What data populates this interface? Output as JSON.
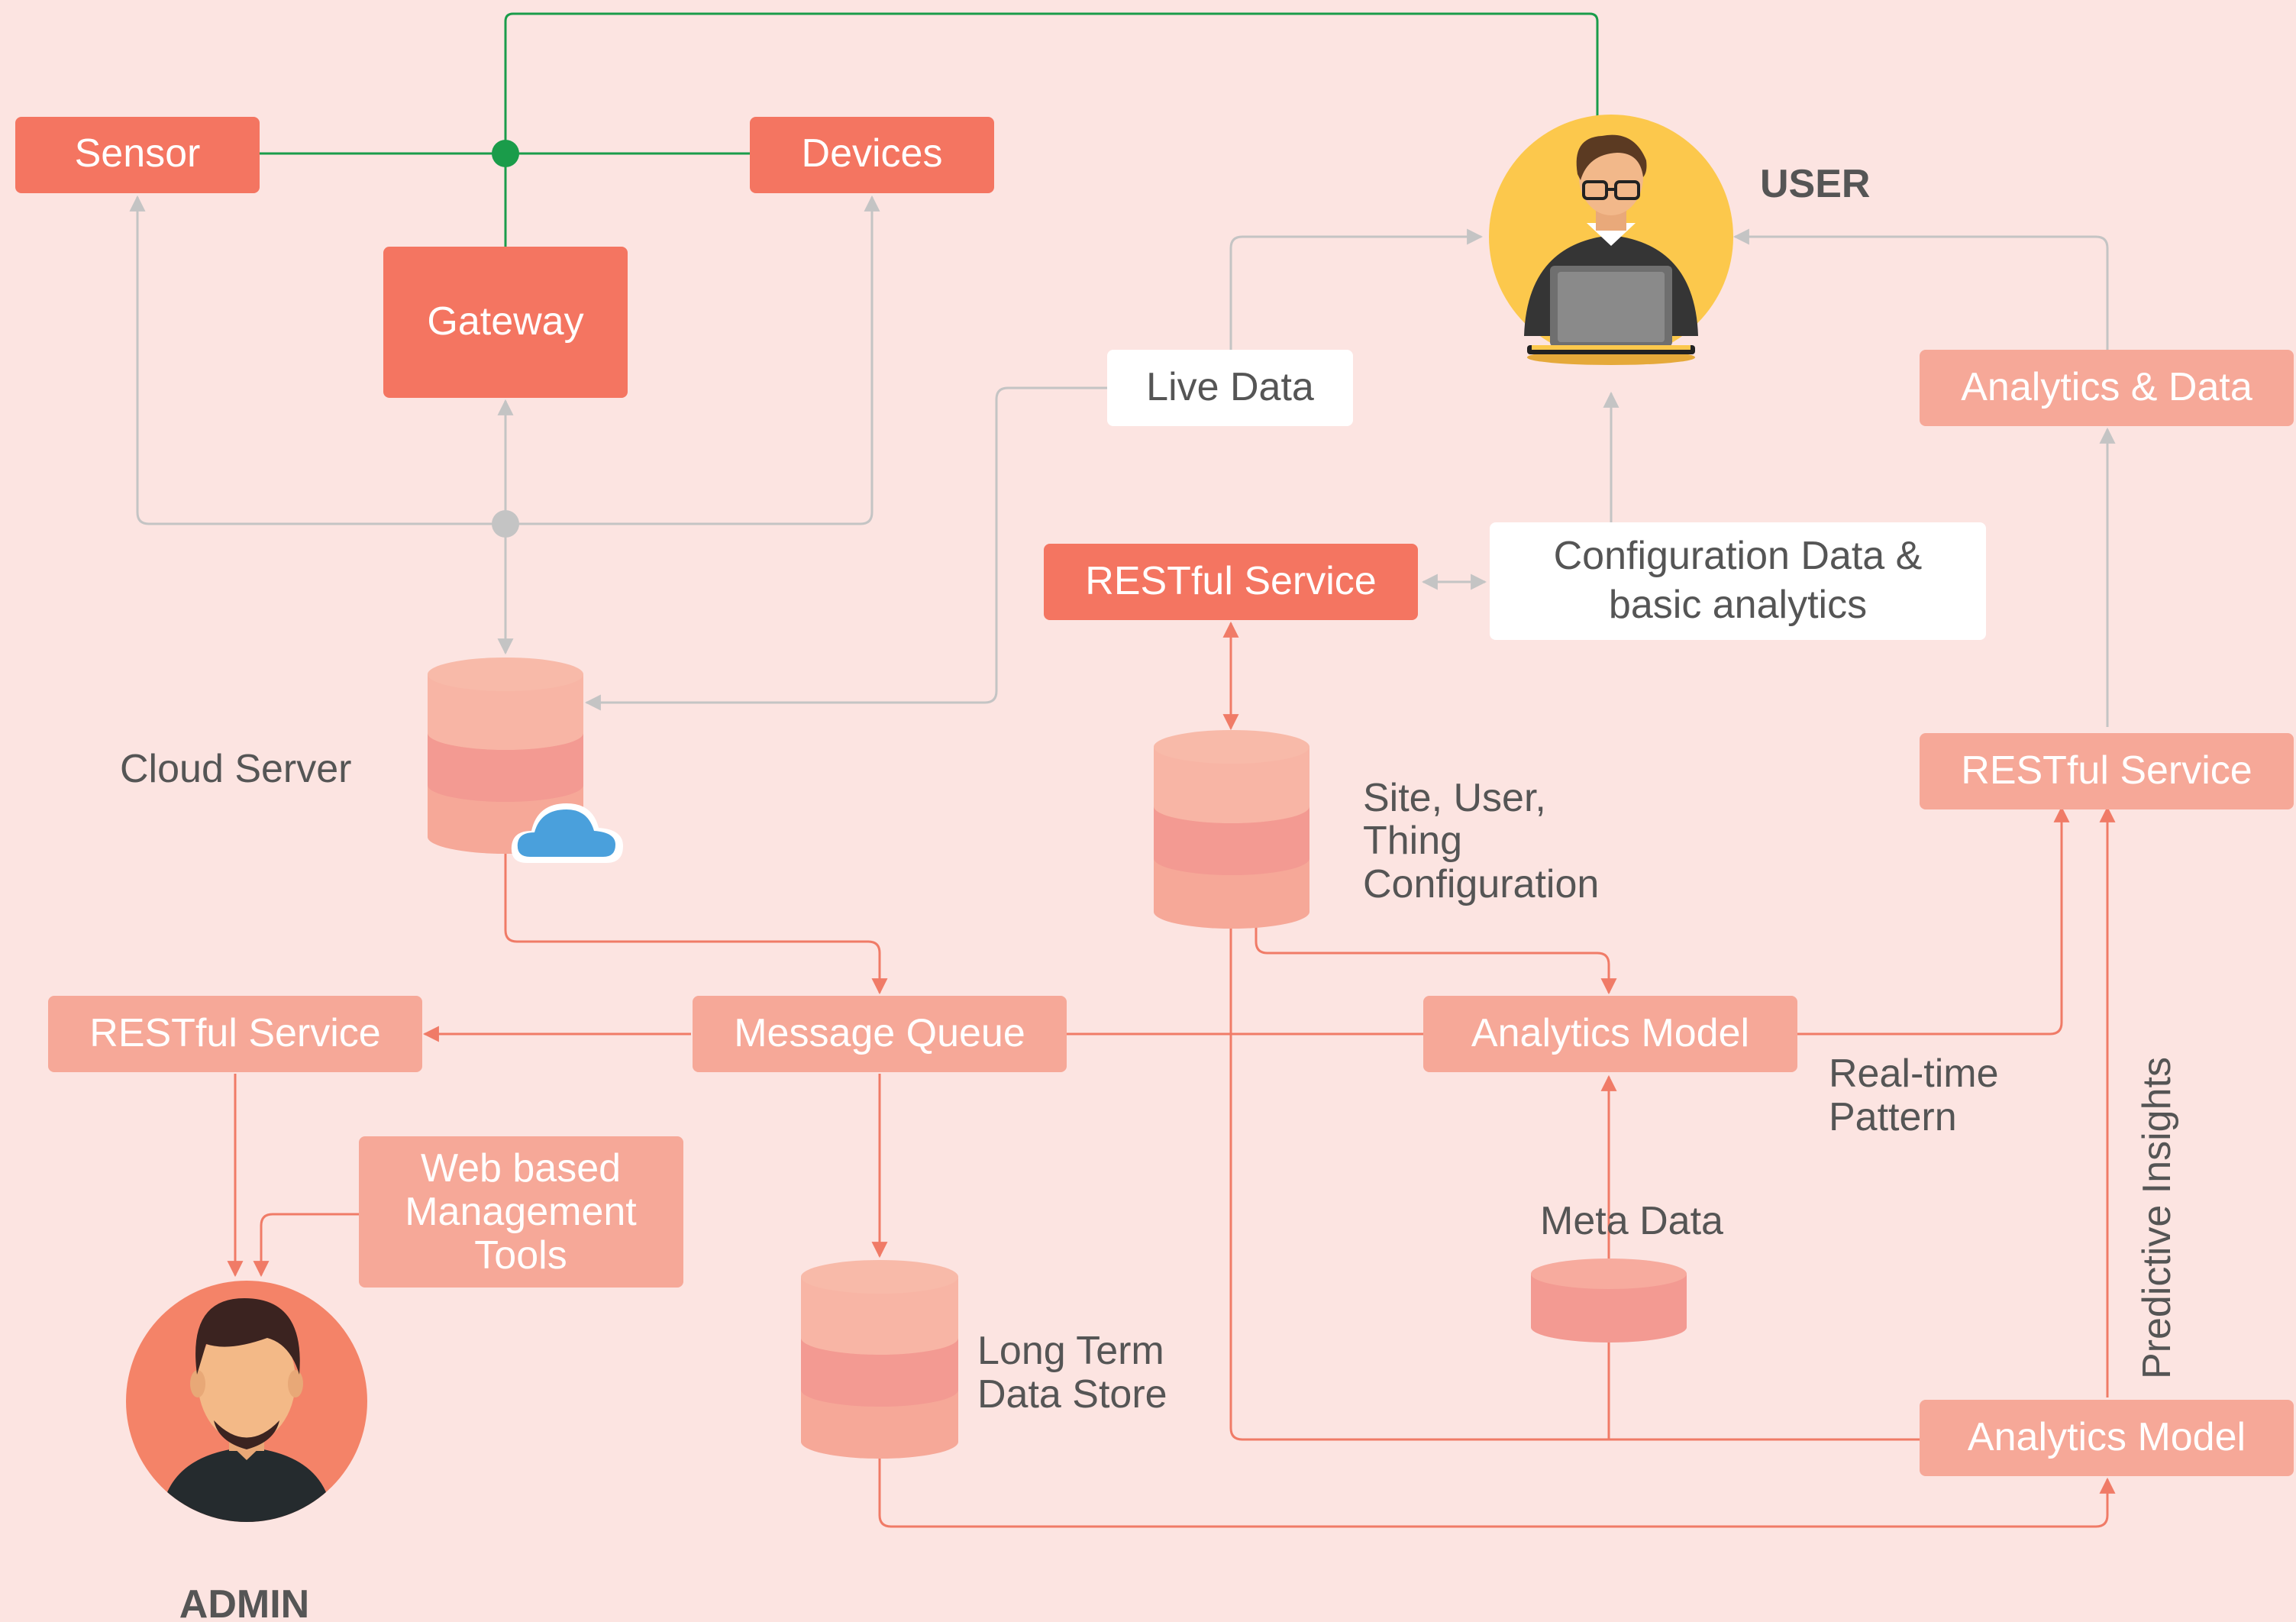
{
  "nodes": {
    "sensor": "Sensor",
    "devices": "Devices",
    "gateway": "Gateway",
    "user": "USER",
    "live_data": "Live Data",
    "analytics_data": "Analytics & Data",
    "restful_service_top": "RESTful Service",
    "config_line1": "Configuration Data &",
    "config_line2": "basic analytics",
    "cloud_server": "Cloud Server",
    "site_line1": "Site, User,",
    "site_line2": "Thing",
    "site_line3": "Configuration",
    "restful_service_right": "RESTful Service",
    "restful_service_left": "RESTful Service",
    "message_queue": "Message Queue",
    "analytics_model_mid": "Analytics Model",
    "realtime_line1": "Real-time",
    "realtime_line2": "Pattern",
    "web_line1": "Web based",
    "web_line2": "Management",
    "web_line3": "Tools",
    "meta_data": "Meta Data",
    "predictive": "Predictive Insights",
    "long_line1": "Long Term",
    "long_line2": "Data Store",
    "analytics_model_bottom": "Analytics Model",
    "admin": "ADMIN"
  },
  "colors": {
    "background": "#fce4e1",
    "node_dark": "#f47561",
    "node_light": "#f6a898",
    "node_white": "#ffffff",
    "line_green": "#1a9c4a",
    "line_gray": "#c4c4c4",
    "line_coral": "#f07b67",
    "text_dark": "#555555",
    "user_circle": "#fcc84c",
    "admin_circle": "#f48368",
    "cloud": "#4aa0dc"
  }
}
